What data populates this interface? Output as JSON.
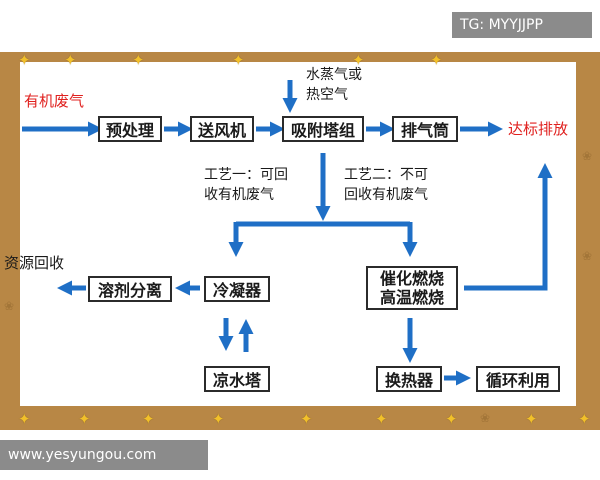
{
  "watermark_top": "TG: MYYJJPP",
  "watermark_bottom": "www.yesyungou.com",
  "colors": {
    "arrow": "#1f6fc6",
    "frame": "#b88745",
    "star": "#f2c02a",
    "text_red": "#e0211f"
  },
  "labels": {
    "input": "有机废气",
    "output": "达标排放",
    "steam_line1": "水蒸气或",
    "steam_line2": "热空气",
    "process1_line1": "工艺一：可回",
    "process1_line2": "收有机废气",
    "process2_line1": "工艺二：不可",
    "process2_line2": "回收有机废气",
    "resource_recovery": "资源回收"
  },
  "boxes": {
    "pretreatment": "预处理",
    "blower": "送风机",
    "adsorption": "吸附塔组",
    "exhaust_stack": "排气筒",
    "condenser": "冷凝器",
    "solvent_separation": "溶剂分离",
    "cooling_tower": "凉水塔",
    "catalytic_line1": "催化燃烧",
    "catalytic_line2": "高温燃烧",
    "heat_exchanger": "换热器",
    "recycle": "循环利用"
  }
}
